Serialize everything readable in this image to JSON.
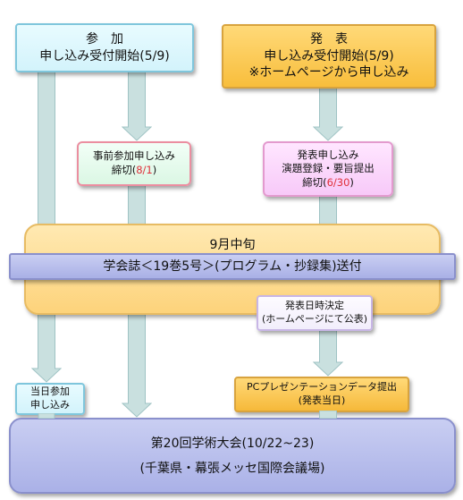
{
  "participate": {
    "title": "参　加",
    "line2": "申し込み受付開始(5/9)"
  },
  "present": {
    "title": "発　表",
    "line2": "申し込み受付開始(5/9)",
    "line3": "※ホームページから申し込み"
  },
  "pre_register": {
    "line1": "事前参加申し込み",
    "deadline_prefix": "締切(",
    "deadline_date": "8/1",
    "deadline_suffix": ")"
  },
  "present_apply": {
    "line1": "発表申し込み",
    "line2": "演題登録・要旨提出",
    "deadline_prefix": "締切(",
    "deadline_date": "6/30",
    "deadline_suffix": ")"
  },
  "september": {
    "label": "9月中旬"
  },
  "journal": {
    "label": "学会誌＜19巻5号＞(プログラム・抄録集)送付"
  },
  "schedule": {
    "line1": "発表日時決定",
    "line2": "(ホームページにて公表)"
  },
  "same_day": {
    "line1": "当日参加",
    "line2": "申し込み"
  },
  "pc_data": {
    "line1": "PCプレゼンテーションデータ提出",
    "line2": "(発表当日)"
  },
  "conference": {
    "line1": "第20回学術大会(10/22~23)",
    "line2": "(千葉県・幕張メッセ国際会議場)"
  },
  "colors": {
    "deadline_red": "#e0303a",
    "arrow_fill": "#c9e0df",
    "arrow_stroke": "#9fc3c4"
  }
}
